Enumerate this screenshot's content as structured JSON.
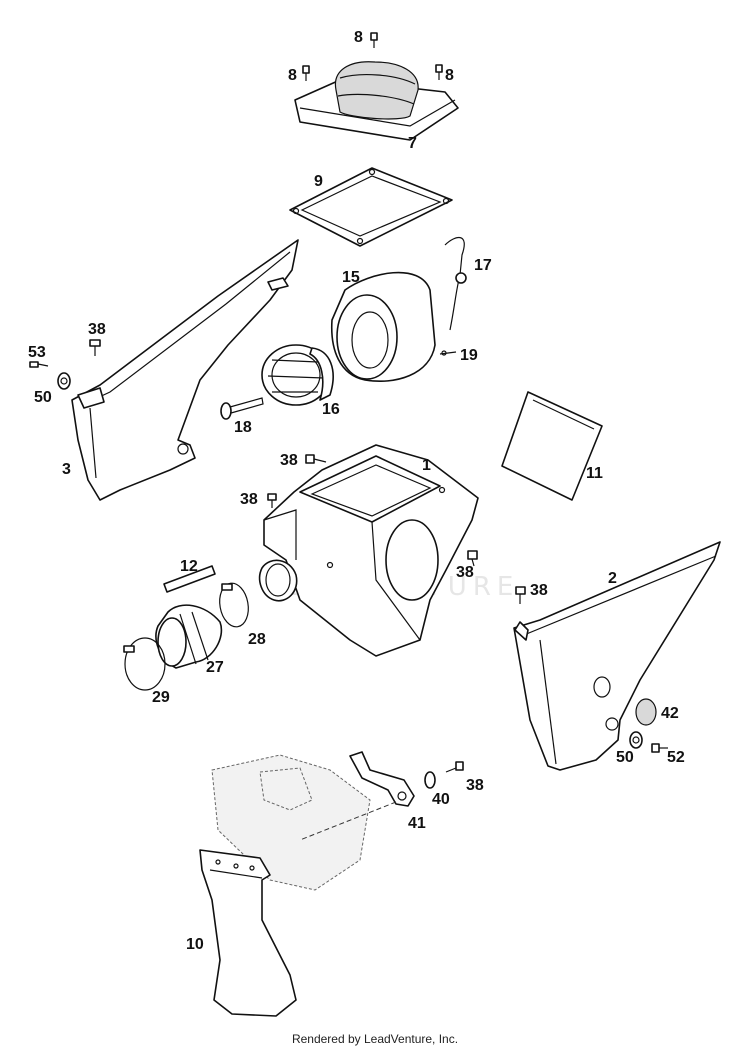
{
  "watermark": "LEADVENTURE",
  "footer": "Rendered by LeadVenture, Inc.",
  "callouts": [
    {
      "id": "c8a",
      "text": "8"
    },
    {
      "id": "c8b",
      "text": "8"
    },
    {
      "id": "c8c",
      "text": "8"
    },
    {
      "id": "c7",
      "text": "7"
    },
    {
      "id": "c9",
      "text": "9"
    },
    {
      "id": "c17",
      "text": "17"
    },
    {
      "id": "c15",
      "text": "15"
    },
    {
      "id": "c19",
      "text": "19"
    },
    {
      "id": "c38a",
      "text": "38"
    },
    {
      "id": "c53",
      "text": "53"
    },
    {
      "id": "c50a",
      "text": "50"
    },
    {
      "id": "c16",
      "text": "16"
    },
    {
      "id": "c18",
      "text": "18"
    },
    {
      "id": "c3",
      "text": "3"
    },
    {
      "id": "c11",
      "text": "11"
    },
    {
      "id": "c38b",
      "text": "38"
    },
    {
      "id": "c1",
      "text": "1"
    },
    {
      "id": "c38c",
      "text": "38"
    },
    {
      "id": "c12",
      "text": "12"
    },
    {
      "id": "c38d",
      "text": "38"
    },
    {
      "id": "c38e",
      "text": "38"
    },
    {
      "id": "c2",
      "text": "2"
    },
    {
      "id": "c28",
      "text": "28"
    },
    {
      "id": "c27",
      "text": "27"
    },
    {
      "id": "c29",
      "text": "29"
    },
    {
      "id": "c42",
      "text": "42"
    },
    {
      "id": "c50b",
      "text": "50"
    },
    {
      "id": "c52",
      "text": "52"
    },
    {
      "id": "c38f",
      "text": "38"
    },
    {
      "id": "c40",
      "text": "40"
    },
    {
      "id": "c41",
      "text": "41"
    },
    {
      "id": "c10",
      "text": "10"
    }
  ]
}
